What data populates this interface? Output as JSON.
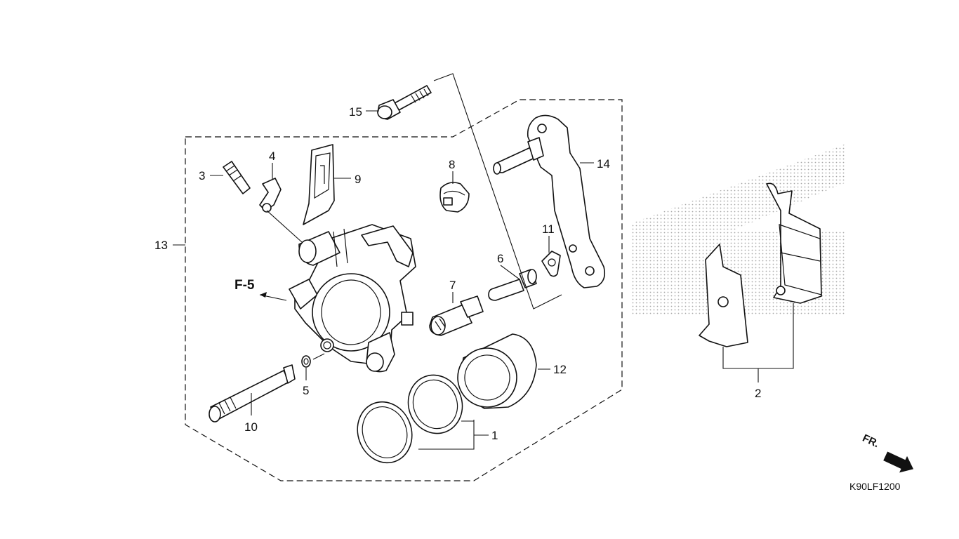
{
  "diagram": {
    "labels": {
      "l1": "1",
      "l2": "2",
      "l3": "3",
      "l4": "4",
      "l5": "5",
      "l6": "6",
      "l7": "7",
      "l8": "8",
      "l9": "9",
      "l10": "10",
      "l11": "11",
      "l12": "12",
      "l13": "13",
      "l14": "14",
      "l15": "15"
    },
    "reference_label": "F-5",
    "direction_label": "FR.",
    "diagram_code": "K90LF1200",
    "colors": {
      "line": "#111111",
      "background": "#ffffff",
      "watermark": "#8a8a8a"
    }
  }
}
